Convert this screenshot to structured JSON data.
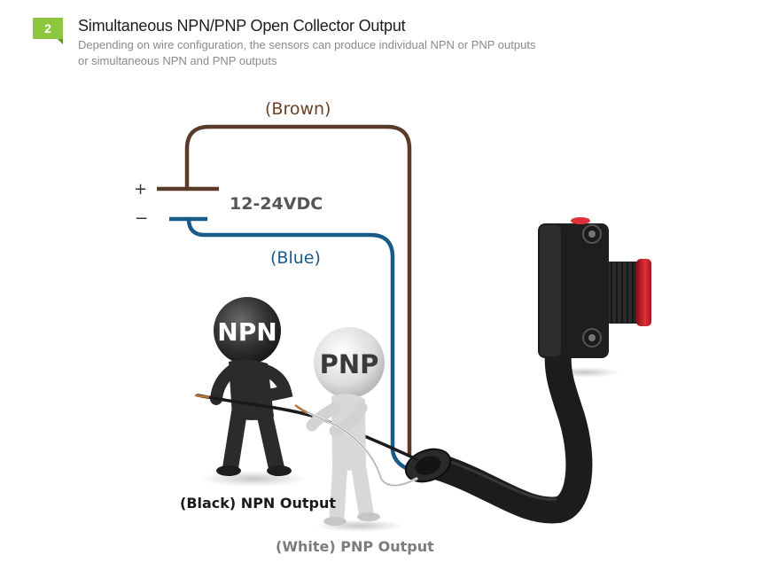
{
  "header": {
    "step_number": "2",
    "title": "Simultaneous NPN/PNP Open Collector Output",
    "description_line1": "Depending on wire configuration, the sensors can produce individual NPN or PNP outputs",
    "description_line2": "or simultaneous NPN and PNP outputs"
  },
  "diagram": {
    "brown_wire_label": "(Brown)",
    "blue_wire_label": "(Blue)",
    "plus_sign": "+",
    "minus_sign": "−",
    "voltage_label": "12-24VDC",
    "npn_figure_label": "NPN",
    "pnp_figure_label": "PNP",
    "black_output_label": "(Black) NPN Output",
    "white_output_label": "(White) PNP Output"
  },
  "colors": {
    "badge_green": "#8dc63f",
    "brown_wire": "#5a3a29",
    "blue_wire": "#1a5a8a",
    "npn_figure": "#2b2b2b",
    "pnp_figure": "#d8d8d8",
    "sensor_body": "#1e1e1e",
    "sensor_lens": "#d8252e"
  }
}
